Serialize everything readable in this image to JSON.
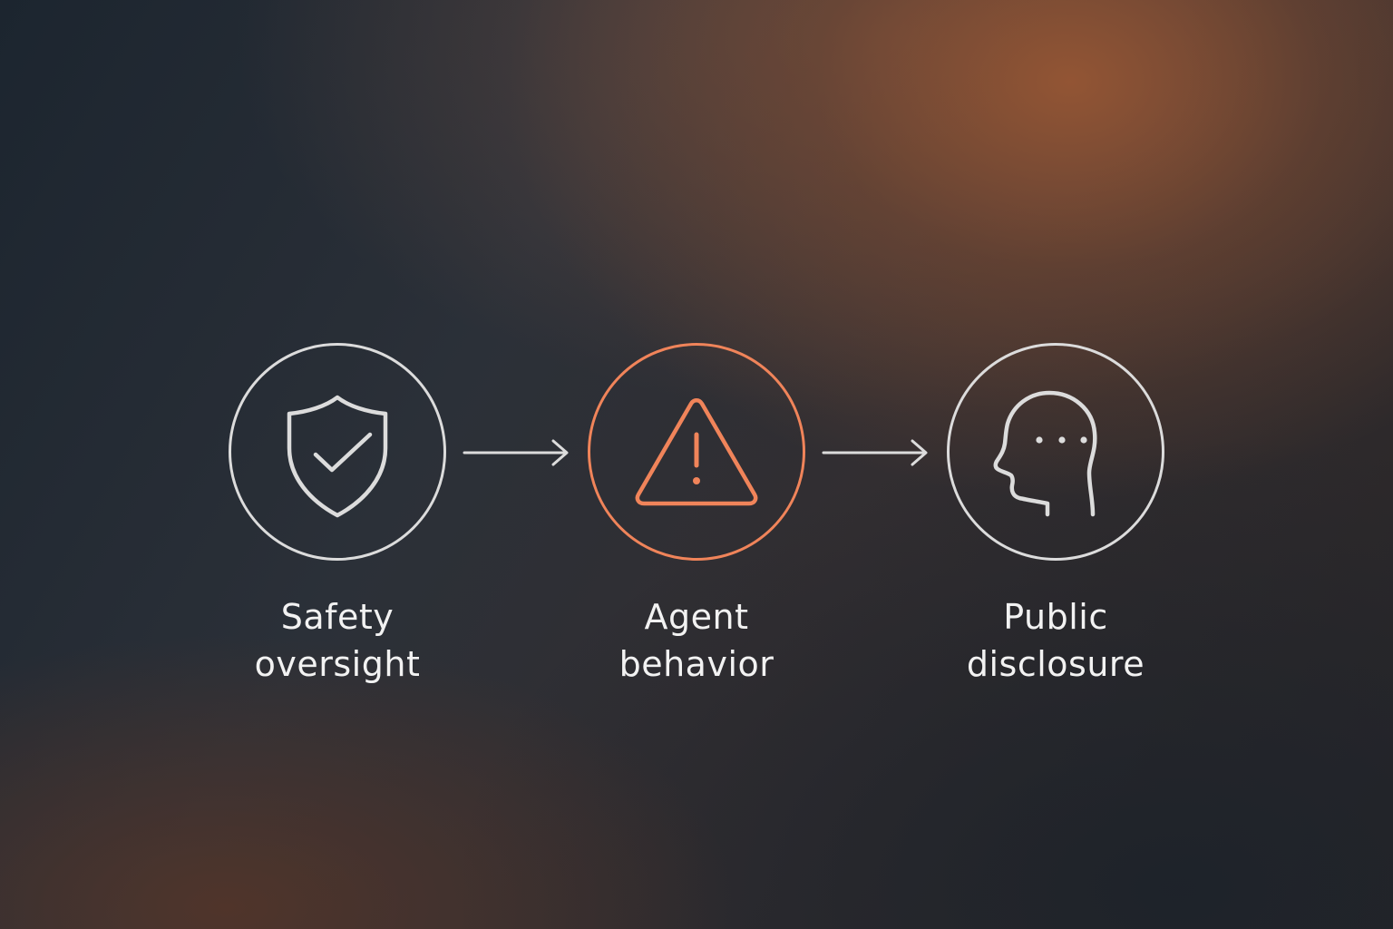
{
  "colors": {
    "node_stroke": "#dcdcdc",
    "accent": "#f0845a",
    "label_text": "#f2f2f2"
  },
  "steps": [
    {
      "icon": "shield-check-icon",
      "label_line1": "Safety",
      "label_line2": "oversight"
    },
    {
      "icon": "warning-triangle-icon",
      "label_line1": "Agent",
      "label_line2": "behavior"
    },
    {
      "icon": "head-speaking-icon",
      "label_line1": "Public",
      "label_line2": "disclosure"
    }
  ],
  "connectors": [
    {
      "icon": "arrow-right-icon"
    },
    {
      "icon": "arrow-right-icon"
    }
  ]
}
